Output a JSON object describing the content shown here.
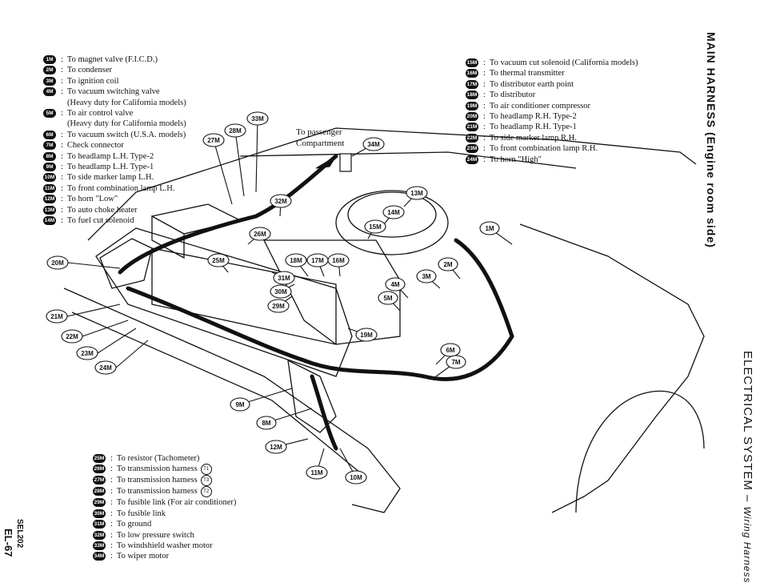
{
  "legend_top_left": [
    {
      "code": "1M",
      "text": "To magnet valve (F.I.C.D.)"
    },
    {
      "code": "2M",
      "text": "To condenser"
    },
    {
      "code": "3M",
      "text": "To ignition coil"
    },
    {
      "code": "4M",
      "text": "To vacuum switching valve",
      "cont": "(Heavy duty for California models)"
    },
    {
      "code": "5M",
      "text": "To air control valve",
      "cont": "(Heavy duty for California models)"
    },
    {
      "code": "6M",
      "text": "To vacuum switch (U.S.A. models)"
    },
    {
      "code": "7M",
      "text": "Check connector"
    },
    {
      "code": "8M",
      "text": "To headlamp L.H. Type-2"
    },
    {
      "code": "9M",
      "text": "To headlamp L.H. Type-1"
    },
    {
      "code": "10M",
      "text": "To side marker lamp L.H."
    },
    {
      "code": "11M",
      "text": "To front combination lamp L.H."
    },
    {
      "code": "12M",
      "text": "To horn \"Low\""
    },
    {
      "code": "13M",
      "text": "To auto choke heater"
    },
    {
      "code": "14M",
      "text": "To fuel cut solenoid"
    }
  ],
  "legend_top_right": [
    {
      "code": "15M",
      "text": "To vacuum cut solenoid (California models)"
    },
    {
      "code": "16M",
      "text": "To thermal transmitter"
    },
    {
      "code": "17M",
      "text": "To distributor earth point"
    },
    {
      "code": "18M",
      "text": "To distributor"
    },
    {
      "code": "19M",
      "text": "To air conditioner compressor"
    },
    {
      "code": "20M",
      "text": "To headlamp R.H. Type-2"
    },
    {
      "code": "21M",
      "text": "To headlamp R.H. Type-1"
    },
    {
      "code": "22M",
      "text": "To side marker lamp R.H."
    },
    {
      "code": "23M",
      "text": "To front combination lamp R.H."
    },
    {
      "code": "24M",
      "text": "To horn \"High\""
    }
  ],
  "legend_bottom": [
    {
      "code": "25M",
      "text": "To resistor (Tachometer)"
    },
    {
      "code": "26M",
      "text": "To transmission harness",
      "ref": "T1"
    },
    {
      "code": "27M",
      "text": "To transmission harness",
      "ref": "T3"
    },
    {
      "code": "28M",
      "text": "To transmission harness",
      "ref": "T2"
    },
    {
      "code": "29M",
      "text": "To fusible link (For air conditioner)"
    },
    {
      "code": "30M",
      "text": "To fusible link"
    },
    {
      "code": "31M",
      "text": "To ground"
    },
    {
      "code": "32M",
      "text": "To low pressure switch"
    },
    {
      "code": "33M",
      "text": "To windshield washer motor"
    },
    {
      "code": "34M",
      "text": "To wiper motor"
    }
  ],
  "diagram_labels": {
    "passenger": "To passenger",
    "compartment": "Compartment"
  },
  "callouts": [
    "1M",
    "2M",
    "3M",
    "4M",
    "5M",
    "6M",
    "7M",
    "8M",
    "9M",
    "10M",
    "11M",
    "12M",
    "13M",
    "14M",
    "15M",
    "16M",
    "17M",
    "18M",
    "19M",
    "20M",
    "21M",
    "22M",
    "23M",
    "24M",
    "25M",
    "26M",
    "27M",
    "28M",
    "29M",
    "30M",
    "31M",
    "32M",
    "33M",
    "34M"
  ],
  "titles": {
    "harness": "MAIN HARNESS (Engine room side)",
    "section": "ELECTRICAL SYSTEM – ",
    "section_italic": "Wiring Harness",
    "code": "SEL202",
    "page": "EL-67"
  }
}
